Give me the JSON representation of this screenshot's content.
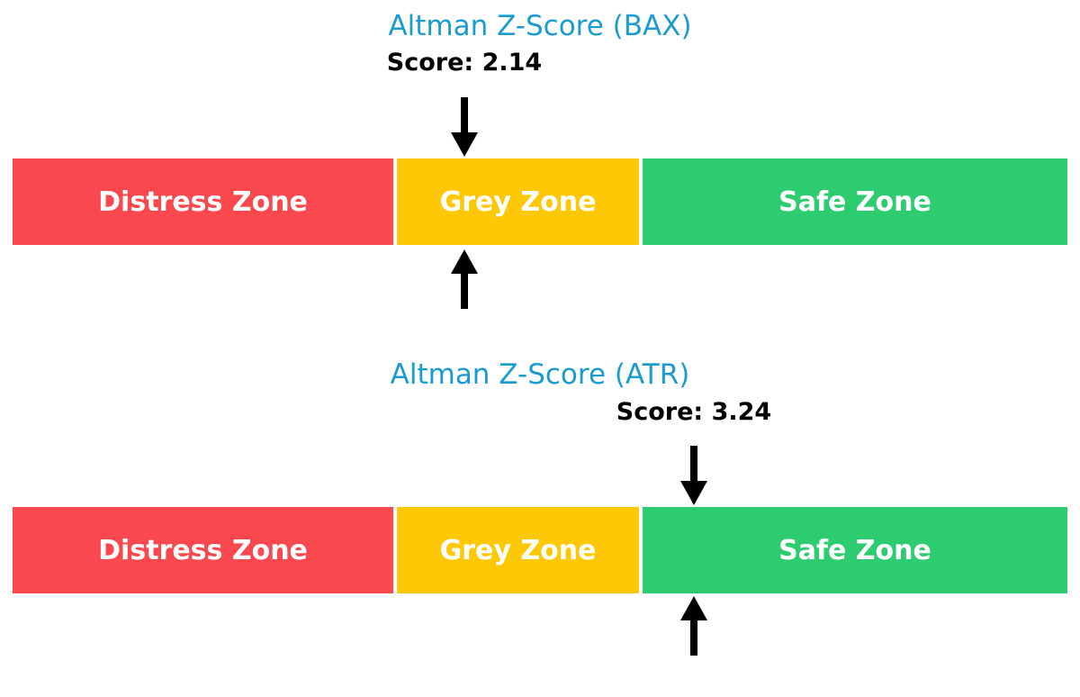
{
  "background": "#ffffff",
  "arrow_color": "#000000",
  "chart_data": [
    {
      "type": "bar",
      "title": "Altman Z-Score (BAX)",
      "title_color": "#1b9cd0",
      "score_label": "Score: 2.14",
      "score_value": 2.14,
      "score_zone": "Grey Zone",
      "marker_x_pct": 43.0,
      "label_color": "#ffffff",
      "legend_position": "none",
      "zones": [
        {
          "label": "Distress Zone",
          "color": "#f9494f",
          "left_pct": 1.17,
          "width_pct": 35.25
        },
        {
          "label": "Grey Zone",
          "color": "#ffc807",
          "left_pct": 36.75,
          "width_pct": 22.42
        },
        {
          "label": "Safe Zone",
          "color": "#2ecc71",
          "left_pct": 59.5,
          "width_pct": 39.33
        }
      ]
    },
    {
      "type": "bar",
      "title": "Altman Z-Score (ATR)",
      "title_color": "#1b9cd0",
      "score_label": "Score: 3.24",
      "score_value": 3.24,
      "score_zone": "Safe Zone",
      "marker_x_pct": 64.25,
      "label_color": "#ffffff",
      "legend_position": "none",
      "zones": [
        {
          "label": "Distress Zone",
          "color": "#f9494f",
          "left_pct": 1.17,
          "width_pct": 35.25
        },
        {
          "label": "Grey Zone",
          "color": "#ffc807",
          "left_pct": 36.75,
          "width_pct": 22.42
        },
        {
          "label": "Safe Zone",
          "color": "#2ecc71",
          "left_pct": 59.5,
          "width_pct": 39.33
        }
      ]
    }
  ]
}
